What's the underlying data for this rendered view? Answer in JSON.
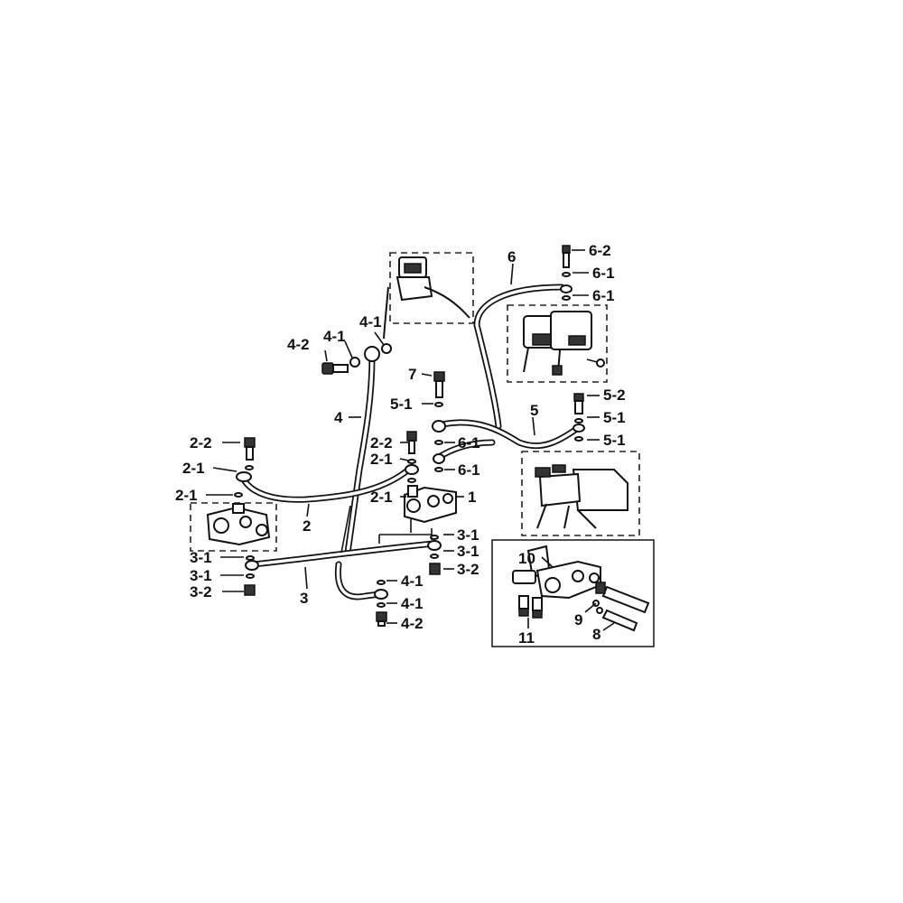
{
  "labels": {
    "l_6_2": "6-2",
    "l_6_1_top": "6-1",
    "l_6_1_mid": "6-1",
    "l_6": "6",
    "l_4_2_top": "4-2",
    "l_4_1_a": "4-1",
    "l_4_1_b": "4-1",
    "l_7": "7",
    "l_5_2": "5-2",
    "l_5_1_top": "5-1",
    "l_5_1_a": "5-1",
    "l_5_1_b": "5-1",
    "l_5": "5",
    "l_6_1_c": "6-1",
    "l_6_1_d": "6-1",
    "l_4": "4",
    "l_2_2_left": "2-2",
    "l_2_2_mid": "2-2",
    "l_2_1_a": "2-1",
    "l_2_1_b": "2-1",
    "l_2_1_c": "2-1",
    "l_2_1_d": "2-1",
    "l_1": "1",
    "l_2": "2",
    "l_3_1_a": "3-1",
    "l_3_1_b": "3-1",
    "l_3_1_c": "3-1",
    "l_3_1_d": "3-1",
    "l_3_2_right": "3-2",
    "l_3_2_left": "3-2",
    "l_3": "3",
    "l_4_1_c": "4-1",
    "l_4_1_d": "4-1",
    "l_4_2_bottom": "4-2",
    "l_10": "10",
    "l_9": "9",
    "l_8": "8",
    "l_11": "11"
  }
}
